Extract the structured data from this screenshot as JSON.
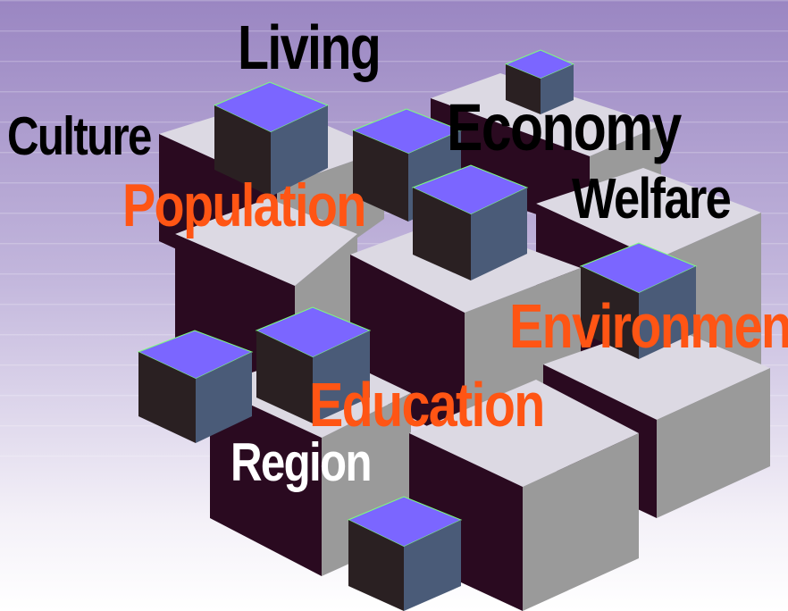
{
  "words": {
    "living": "Living",
    "culture": "Culture",
    "economy": "Economy",
    "welfare": "Welfare",
    "population": "Population",
    "environment": "Environment",
    "education": "Education",
    "region": "Region"
  },
  "colors": {
    "background_top": "#9a86c2",
    "background_bottom": "#ffffff",
    "block_top": "#dcd9e3",
    "block_left": "#2a0a20",
    "block_right": "#9a9a9a",
    "cube_top": "#7b66ff",
    "cube_left": "#2a2022",
    "cube_right": "#4a5b78",
    "cube_edge": "#7dff7d",
    "label_black": "#000000",
    "label_orange": "#ff5514",
    "label_white": "#ffffff"
  }
}
